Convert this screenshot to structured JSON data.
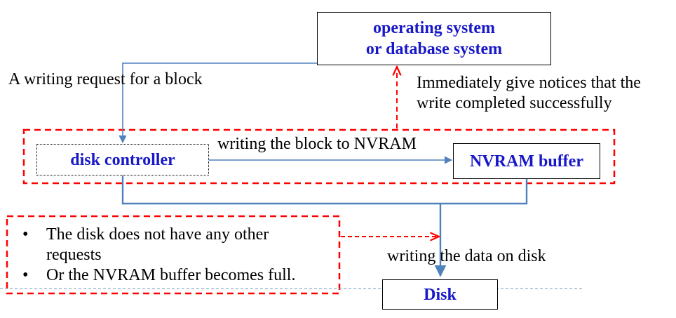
{
  "nodes": {
    "os": {
      "line1": "operating system",
      "line2": "or database system"
    },
    "controller": "disk controller",
    "nvram": "NVRAM buffer",
    "disk": "Disk"
  },
  "labels": {
    "request": "A writing request for a block",
    "notice_line1": "Immediately give notices that the",
    "notice_line2": "write completed successfully",
    "to_nvram": "writing the block to NVRAM",
    "to_disk": "writing the data on disk"
  },
  "conditions": {
    "bullet": "•",
    "item1_line1": "The disk does not have any other",
    "item1_line2": "requests",
    "item2": "Or the NVRAM buffer becomes full."
  },
  "colors": {
    "flow": "#4f81bd",
    "dashed": "#ff0000",
    "node_text": "#1818c8"
  }
}
